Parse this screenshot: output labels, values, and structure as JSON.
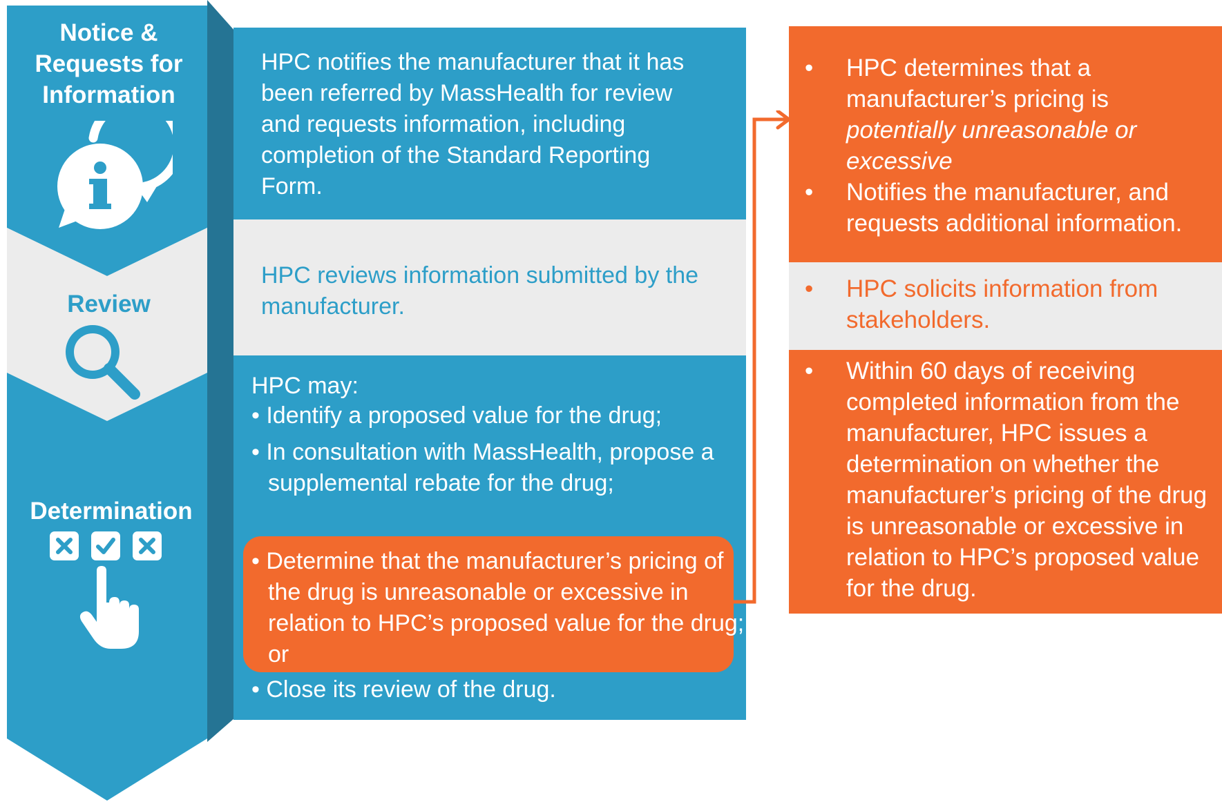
{
  "steps": {
    "notice": {
      "title": "Notice &\nRequests for\nInformation",
      "icon": "info-speech-bubble-icon"
    },
    "review": {
      "title": "Review",
      "icon": "magnifier-icon"
    },
    "determination": {
      "title": "Determination",
      "icon": "hand-selecting-checkbox-icon"
    }
  },
  "panels": {
    "notice_text": "HPC notifies the manufacturer that it has been referred by MassHealth for review and requests information, including completion of the Standard Reporting Form.",
    "review_text": "HPC reviews information submitted by the manufacturer.",
    "determination": {
      "intro": "HPC may:",
      "items": [
        "• Identify a proposed value for the drug;",
        "• In consultation with MassHealth, propose a supplemental rebate for the drug;",
        "• Determine that the manufacturer’s pricing of the drug is unreasonable or excessive in relation to HPC’s proposed value for the drug; or",
        "• Close its review of the drug."
      ]
    }
  },
  "right": {
    "bullet": "•",
    "box1": {
      "line1_a": "HPC determines that a manufacturer’s pricing is",
      "line1_em": "potentially unreasonable or excessive",
      "line2": "Notifies the manufacturer, and requests additional information."
    },
    "box2": "HPC solicits information from stakeholders.",
    "box3": "Within 60 days of receiving completed information from the manufacturer, HPC issues a determination on whether the manufacturer’s pricing of the drug is unreasonable or excessive in relation to HPC’s proposed value for the drug."
  },
  "colors": {
    "blue": "#2d9ec8",
    "dark_blue": "#257494",
    "gray": "#ececec",
    "orange": "#f26a2d",
    "white": "#ffffff"
  }
}
